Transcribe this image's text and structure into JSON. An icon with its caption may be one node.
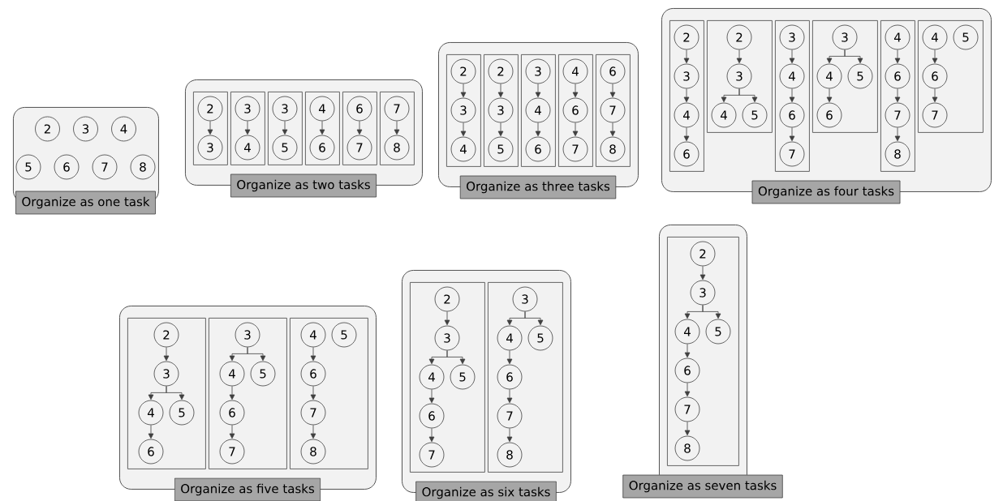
{
  "diagram": {
    "nodes": [
      {
        "text": [
          "Organize as one task"
        ]
      },
      {
        "text": [
          "2"
        ],
        "in": 0
      },
      {
        "text": [
          "3"
        ],
        "in": 0
      },
      {
        "text": [
          "4"
        ],
        "in": 0
      },
      {
        "text": [
          "5"
        ],
        "in": 0
      },
      {
        "text": [
          "6"
        ],
        "in": 0
      },
      {
        "text": [
          "7"
        ],
        "in": 0
      },
      {
        "text": [
          "8"
        ],
        "in": 0
      },
      {
        "text": [
          "Organize as two tasks"
        ]
      },
      {
        "text": [],
        "shape": "box",
        "in": 8
      },
      {
        "text": [
          "2"
        ],
        "in": 9
      },
      {
        "text": [
          "3"
        ],
        "in": 9
      },
      {
        "text": [],
        "shape": "box",
        "in": 8
      },
      {
        "text": [
          "3"
        ],
        "in": 12
      },
      {
        "text": [
          "4"
        ],
        "in": 12
      },
      {
        "text": [],
        "shape": "box",
        "in": 8
      },
      {
        "text": [
          "3"
        ],
        "in": 15
      },
      {
        "text": [
          "5"
        ],
        "in": 15
      },
      {
        "text": [],
        "shape": "box",
        "in": 8
      },
      {
        "text": [
          "4"
        ],
        "in": 18
      },
      {
        "text": [
          "6"
        ],
        "in": 18
      },
      {
        "text": [],
        "shape": "box",
        "in": 8
      },
      {
        "text": [
          "6"
        ],
        "in": 21
      },
      {
        "text": [
          "7"
        ],
        "in": 21
      },
      {
        "text": [],
        "shape": "box",
        "in": 8
      },
      {
        "text": [
          "7"
        ],
        "in": 24
      },
      {
        "text": [
          "8"
        ],
        "in": 24
      },
      {
        "text": [
          "Organize as three tasks"
        ]
      },
      {
        "text": [],
        "shape": "box",
        "in": 27
      },
      {
        "text": [
          "2"
        ],
        "in": 28
      },
      {
        "text": [
          "3"
        ],
        "in": 28
      },
      {
        "text": [
          "4"
        ],
        "in": 28
      },
      {
        "text": [],
        "shape": "box",
        "in": 27
      },
      {
        "text": [
          "2"
        ],
        "in": 32
      },
      {
        "text": [
          "3"
        ],
        "in": 32
      },
      {
        "text": [
          "5"
        ],
        "in": 32
      },
      {
        "text": [],
        "shape": "box",
        "in": 27
      },
      {
        "text": [
          "3"
        ],
        "in": 36
      },
      {
        "text": [
          "4"
        ],
        "in": 36
      },
      {
        "text": [
          "6"
        ],
        "in": 36
      },
      {
        "text": [],
        "shape": "box",
        "in": 27
      },
      {
        "text": [
          "4"
        ],
        "in": 40
      },
      {
        "text": [
          "6"
        ],
        "in": 40
      },
      {
        "text": [
          "7"
        ],
        "in": 40
      },
      {
        "text": [],
        "shape": "box",
        "in": 27
      },
      {
        "text": [
          "6"
        ],
        "in": 44
      },
      {
        "text": [
          "7"
        ],
        "in": 44
      },
      {
        "text": [
          "8"
        ],
        "in": 44
      },
      {
        "text": [
          "Organize as four tasks"
        ]
      },
      {
        "text": [],
        "shape": "box",
        "in": 48
      },
      {
        "text": [
          "2"
        ],
        "in": 49
      },
      {
        "text": [
          "3"
        ],
        "in": 49
      },
      {
        "text": [
          "4"
        ],
        "in": 49
      },
      {
        "text": [
          "6"
        ],
        "in": 49
      },
      {
        "text": [],
        "shape": "box",
        "in": 48
      },
      {
        "text": [
          "2"
        ],
        "in": 54
      },
      {
        "text": [
          "3"
        ],
        "in": 54
      },
      {
        "text": [
          "4"
        ],
        "in": 54
      },
      {
        "text": [
          "5"
        ],
        "in": 54
      },
      {
        "text": [],
        "shape": "box",
        "in": 48
      },
      {
        "text": [
          "3"
        ],
        "in": 59
      },
      {
        "text": [
          "4"
        ],
        "in": 59
      },
      {
        "text": [
          "6"
        ],
        "in": 59
      },
      {
        "text": [
          "7"
        ],
        "in": 59
      },
      {
        "text": [],
        "shape": "box",
        "in": 48
      },
      {
        "text": [
          "3"
        ],
        "in": 64
      },
      {
        "text": [
          "4"
        ],
        "in": 64
      },
      {
        "text": [
          "5"
        ],
        "in": 64
      },
      {
        "text": [
          "6"
        ],
        "in": 64
      },
      {
        "text": [],
        "shape": "box",
        "in": 48
      },
      {
        "text": [
          "4"
        ],
        "in": 69
      },
      {
        "text": [
          "6"
        ],
        "in": 69
      },
      {
        "text": [
          "7"
        ],
        "in": 69
      },
      {
        "text": [
          "8"
        ],
        "in": 69
      },
      {
        "text": [],
        "shape": "box",
        "in": 48
      },
      {
        "text": [
          "4"
        ],
        "in": 74
      },
      {
        "text": [
          "5"
        ],
        "in": 74
      },
      {
        "text": [
          "6"
        ],
        "in": 74
      },
      {
        "text": [
          "7"
        ],
        "in": 74
      },
      {
        "text": [
          "Organize as five tasks"
        ]
      },
      {
        "text": [],
        "shape": "box",
        "in": 79
      },
      {
        "text": [
          "2"
        ],
        "in": 80
      },
      {
        "text": [
          "3"
        ],
        "in": 80
      },
      {
        "text": [
          "4"
        ],
        "in": 80
      },
      {
        "text": [
          "5"
        ],
        "in": 80
      },
      {
        "text": [
          "6"
        ],
        "in": 80
      },
      {
        "text": [],
        "shape": "box",
        "in": 79
      },
      {
        "text": [
          "3"
        ],
        "in": 86
      },
      {
        "text": [
          "4"
        ],
        "in": 86
      },
      {
        "text": [
          "5"
        ],
        "in": 86
      },
      {
        "text": [
          "6"
        ],
        "in": 86
      },
      {
        "text": [
          "7"
        ],
        "in": 86
      },
      {
        "text": [],
        "shape": "box",
        "in": 79
      },
      {
        "text": [
          "4"
        ],
        "in": 92
      },
      {
        "text": [
          "5"
        ],
        "in": 92
      },
      {
        "text": [
          "6"
        ],
        "in": 92
      },
      {
        "text": [
          "7"
        ],
        "in": 92
      },
      {
        "text": [
          "8"
        ],
        "in": 92
      },
      {
        "text": [
          "Organize as six tasks"
        ]
      },
      {
        "text": [],
        "shape": "box",
        "in": 98
      },
      {
        "text": [
          "2"
        ],
        "in": 99
      },
      {
        "text": [
          "3"
        ],
        "in": 99
      },
      {
        "text": [
          "4"
        ],
        "in": 99
      },
      {
        "text": [
          "5"
        ],
        "in": 99
      },
      {
        "text": [
          "6"
        ],
        "in": 99
      },
      {
        "text": [
          "7"
        ],
        "in": 99
      },
      {
        "text": [],
        "shape": "box",
        "in": 98
      },
      {
        "text": [
          "3"
        ],
        "in": 106
      },
      {
        "text": [
          "4"
        ],
        "in": 106
      },
      {
        "text": [
          "5"
        ],
        "in": 106
      },
      {
        "text": [
          "6"
        ],
        "in": 106
      },
      {
        "text": [
          "7"
        ],
        "in": 106
      },
      {
        "text": [
          "8"
        ],
        "in": 106
      },
      {
        "text": [
          "Organize as seven tasks"
        ]
      },
      {
        "text": [],
        "shape": "box",
        "in": 113
      },
      {
        "text": [
          "2"
        ],
        "in": 114
      },
      {
        "text": [
          "3"
        ],
        "in": 114
      },
      {
        "text": [
          "4"
        ],
        "in": 114
      },
      {
        "text": [
          "5"
        ],
        "in": 114
      },
      {
        "text": [
          "6"
        ],
        "in": 114
      },
      {
        "text": [
          "7"
        ],
        "in": 114
      },
      {
        "text": [
          "8"
        ],
        "in": 114
      }
    ],
    "edges": [
      {
        "from": 10,
        "to": 11,
        "arrow": "to"
      },
      {
        "from": 13,
        "to": 14,
        "arrow": "to"
      },
      {
        "from": 16,
        "to": 17,
        "arrow": "to"
      },
      {
        "from": 19,
        "to": 20,
        "arrow": "to"
      },
      {
        "from": 22,
        "to": 23,
        "arrow": "to"
      },
      {
        "from": 25,
        "to": 26,
        "arrow": "to"
      },
      {
        "from": 29,
        "to": 30,
        "arrow": "to"
      },
      {
        "from": 30,
        "to": 31,
        "arrow": "to"
      },
      {
        "from": 33,
        "to": 34,
        "arrow": "to"
      },
      {
        "from": 34,
        "to": 35,
        "arrow": "to"
      },
      {
        "from": 37,
        "to": 38,
        "arrow": "to"
      },
      {
        "from": 38,
        "to": 39,
        "arrow": "to"
      },
      {
        "from": 41,
        "to": 42,
        "arrow": "to"
      },
      {
        "from": 42,
        "to": 43,
        "arrow": "to"
      },
      {
        "from": 45,
        "to": 46,
        "arrow": "to"
      },
      {
        "from": 46,
        "to": 47,
        "arrow": "to"
      },
      {
        "from": 50,
        "to": 51,
        "arrow": "to"
      },
      {
        "from": 51,
        "to": 52,
        "arrow": "to"
      },
      {
        "from": 52,
        "to": 53,
        "arrow": "to"
      },
      {
        "from": 55,
        "to": 56,
        "arrow": "to"
      },
      {
        "from": 56,
        "to": 57,
        "arrow": "to"
      },
      {
        "from": 56,
        "to": 58,
        "arrow": "to"
      },
      {
        "from": 60,
        "to": 61,
        "arrow": "to"
      },
      {
        "from": 61,
        "to": 62,
        "arrow": "to"
      },
      {
        "from": 62,
        "to": 63,
        "arrow": "to"
      },
      {
        "from": 65,
        "to": 66,
        "arrow": "to"
      },
      {
        "from": 65,
        "to": 67,
        "arrow": "to"
      },
      {
        "from": 66,
        "to": 68,
        "arrow": "to"
      },
      {
        "from": 70,
        "to": 71,
        "arrow": "to"
      },
      {
        "from": 71,
        "to": 72,
        "arrow": "to"
      },
      {
        "from": 72,
        "to": 73,
        "arrow": "to"
      },
      {
        "from": 75,
        "to": 77,
        "arrow": "to"
      },
      {
        "from": 77,
        "to": 78,
        "arrow": "to"
      },
      {
        "from": 81,
        "to": 82,
        "arrow": "to"
      },
      {
        "from": 82,
        "to": 83,
        "arrow": "to"
      },
      {
        "from": 82,
        "to": 84,
        "arrow": "to"
      },
      {
        "from": 83,
        "to": 85,
        "arrow": "to"
      },
      {
        "from": 87,
        "to": 88,
        "arrow": "to"
      },
      {
        "from": 87,
        "to": 89,
        "arrow": "to"
      },
      {
        "from": 88,
        "to": 90,
        "arrow": "to"
      },
      {
        "from": 90,
        "to": 91,
        "arrow": "to"
      },
      {
        "from": 93,
        "to": 95,
        "arrow": "to"
      },
      {
        "from": 95,
        "to": 96,
        "arrow": "to"
      },
      {
        "from": 96,
        "to": 97,
        "arrow": "to"
      },
      {
        "from": 100,
        "to": 101,
        "arrow": "to"
      },
      {
        "from": 101,
        "to": 102,
        "arrow": "to"
      },
      {
        "from": 101,
        "to": 103,
        "arrow": "to"
      },
      {
        "from": 102,
        "to": 104,
        "arrow": "to"
      },
      {
        "from": 104,
        "to": 105,
        "arrow": "to"
      },
      {
        "from": 107,
        "to": 108,
        "arrow": "to"
      },
      {
        "from": 107,
        "to": 109,
        "arrow": "to"
      },
      {
        "from": 108,
        "to": 110,
        "arrow": "to"
      },
      {
        "from": 110,
        "to": 111,
        "arrow": "to"
      },
      {
        "from": 111,
        "to": 112,
        "arrow": "to"
      },
      {
        "from": 115,
        "to": 116,
        "arrow": "to"
      },
      {
        "from": 116,
        "to": 117,
        "arrow": "to"
      },
      {
        "from": 116,
        "to": 118,
        "arrow": "to"
      },
      {
        "from": 117,
        "to": 119,
        "arrow": "to"
      },
      {
        "from": 119,
        "to": 120,
        "arrow": "to"
      },
      {
        "from": 120,
        "to": 121,
        "arrow": "to"
      }
    ]
  }
}
